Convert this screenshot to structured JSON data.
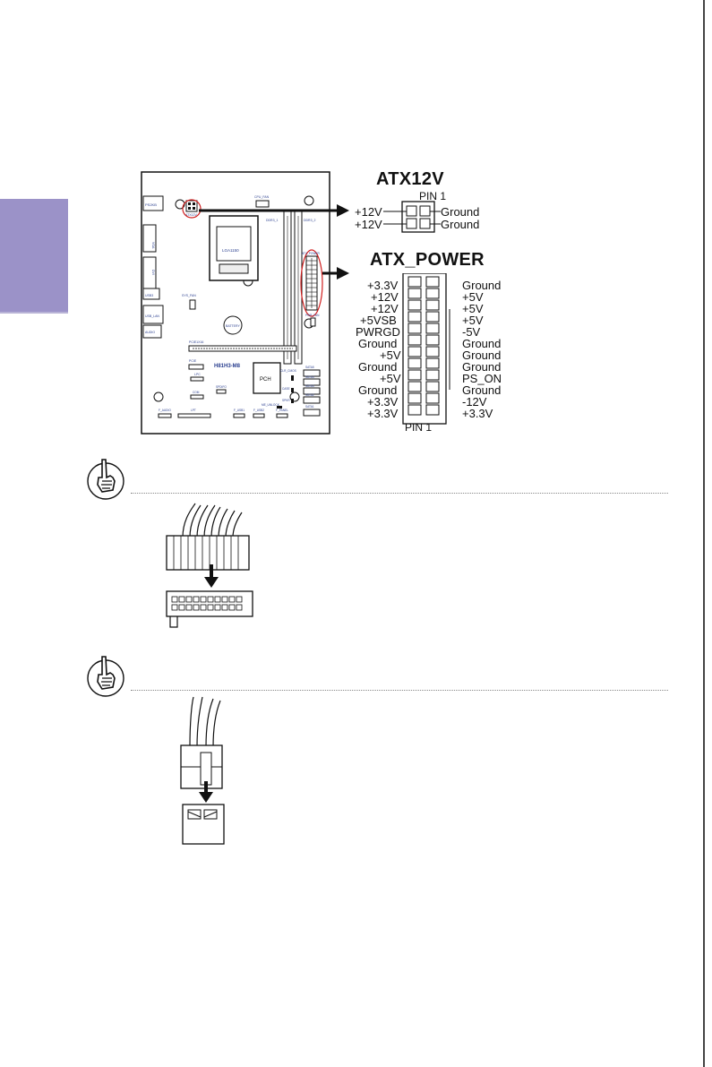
{
  "board": {
    "labels": {
      "ps2kb": "PS2KB",
      "atx12v": "ATX12V",
      "cpu_fan": "CPU_FAN",
      "ddr3_1": "DDR3_1",
      "ddr3_2": "DDR3_2",
      "vga": "VGA",
      "dvi": "DVI",
      "lga": "LGA1150",
      "usb3": "USB3",
      "sys_fan": "SYS_FAN",
      "usb_lan": "USB_LAN",
      "battery": "BATTERY",
      "audio": "AUDIO",
      "pcie16": "PCIE1X16",
      "pcie1": "PCIE",
      "model": "H81H3-M8",
      "lpc": "LPC",
      "pch": "PCH",
      "clr_cmos": "CLR_CMOS",
      "case": "CASE",
      "me_unlock": "ME_UNLOCK",
      "spk": "SPKR",
      "sata1": "SATA1",
      "sata2": "SATA2",
      "sata3": "SATA3",
      "sata4": "SATA4",
      "sata5": "SATA5",
      "com": "COM",
      "spdif": "SPDIFO",
      "f_audio": "F_AUDIO",
      "lpt": "LPT",
      "f_usb1": "F_USB1",
      "f_usb2": "F_USB2",
      "f_panel": "F_PANEL",
      "atx_power": "ATX_POWER",
      "pwr_fan": "PWR_FAN"
    }
  },
  "atx12v": {
    "title": "ATX12V",
    "pin1": "PIN 1",
    "left": [
      "+12V",
      "+12V"
    ],
    "right": [
      "Ground",
      "Ground"
    ]
  },
  "atx_power": {
    "title": "ATX_POWER",
    "pin1": "PIN 1",
    "left": [
      "+3.3V",
      "+12V",
      "+12V",
      "+5VSB",
      "PWRGD",
      "Ground",
      "+5V",
      "Ground",
      "+5V",
      "Ground",
      "+3.3V",
      "+3.3V"
    ],
    "right": [
      "Ground",
      "+5V",
      "+5V",
      "+5V",
      "-5V",
      "Ground",
      "Ground",
      "Ground",
      "PS_ON",
      "Ground",
      "-12V",
      "+3.3V"
    ]
  }
}
